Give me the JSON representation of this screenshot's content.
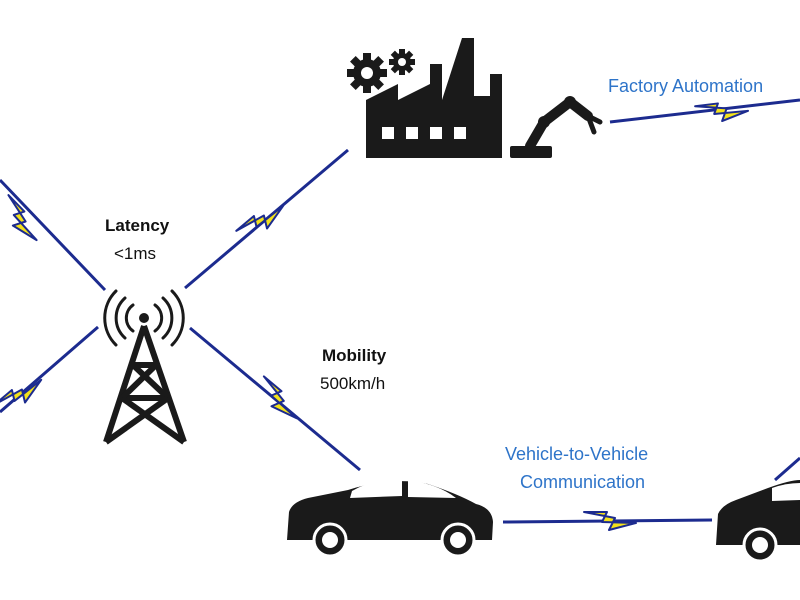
{
  "labels": {
    "latency_title": "Latency",
    "latency_value": "<1ms",
    "mobility_title": "Mobility",
    "mobility_value": "500km/h",
    "factory": "Factory Automation",
    "v2v_line1": "Vehicle-to-Vehicle",
    "v2v_line2": "Communication"
  },
  "colors": {
    "link_line": "#1c2b8f",
    "lightning_fill": "#f3e21a",
    "label_blue": "#2e74c9",
    "icon_dark": "#1a1a1a"
  },
  "icons": [
    "cell-tower-icon",
    "factory-icon",
    "gears-icon",
    "robot-arm-icon",
    "car-icon"
  ]
}
